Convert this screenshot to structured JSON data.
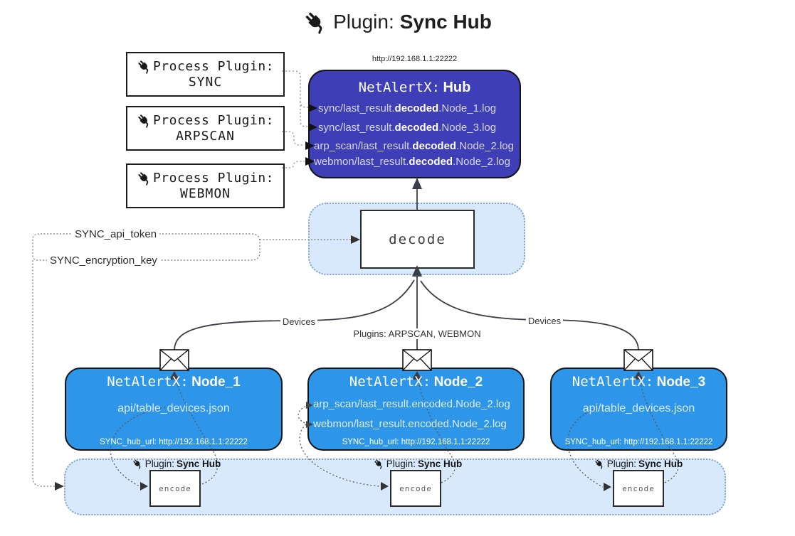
{
  "title": {
    "prefix": "Plugin:",
    "name": "Sync Hub"
  },
  "process_plugins": [
    {
      "label": "Process Plugin:",
      "name": "SYNC"
    },
    {
      "label": "Process Plugin:",
      "name": "ARPSCAN"
    },
    {
      "label": "Process Plugin:",
      "name": "WEBMON"
    }
  ],
  "hub": {
    "url": "http://192.168.1.1:22222",
    "name_prefix": "NetAlertX:",
    "name": "Hub",
    "logs": [
      {
        "pre": "sync/last_result.",
        "bold": "decoded",
        "post": ".Node_1.log"
      },
      {
        "pre": "sync/last_result.",
        "bold": "decoded",
        "post": ".Node_3.log"
      },
      {
        "pre": "arp_scan/last_result.",
        "bold": "decoded",
        "post": ".Node_2.log"
      },
      {
        "pre": "webmon/last_result.",
        "bold": "decoded",
        "post": ".Node_2.log"
      }
    ]
  },
  "decode": {
    "label": "decode"
  },
  "config": {
    "api_token": "SYNC_api_token",
    "encryption_key": "SYNC_encryption_key"
  },
  "edge_labels": {
    "devices_left": "Devices",
    "plugins_mid": "Plugins: ARPSCAN, WEBMON",
    "devices_right": "Devices"
  },
  "nodes": [
    {
      "name_prefix": "NetAlertX:",
      "name": "Node_1",
      "lines": [
        "api/table_devices.json"
      ],
      "hub_url": "SYNC_hub_url: http://192.168.1.1:22222"
    },
    {
      "name_prefix": "NetAlertX:",
      "name": "Node_2",
      "lines": [
        "arp_scan/last_result.encoded.Node_2.log",
        "webmon/last_result.encoded.Node_2.log"
      ],
      "hub_url": "SYNC_hub_url: http://192.168.1.1:22222"
    },
    {
      "name_prefix": "NetAlertX:",
      "name": "Node_3",
      "lines": [
        "api/table_devices.json"
      ],
      "hub_url": "SYNC_hub_url: http://192.168.1.1:22222"
    }
  ],
  "encoders": [
    {
      "plugin_prefix": "Plugin:",
      "plugin_name": "Sync Hub",
      "label": "encode"
    },
    {
      "plugin_prefix": "Plugin:",
      "plugin_name": "Sync Hub",
      "label": "encode"
    },
    {
      "plugin_prefix": "Plugin:",
      "plugin_name": "Sync Hub",
      "label": "encode"
    }
  ],
  "colors": {
    "hub_fill": "#3e3eb7",
    "node_fill": "#2e96e8",
    "container_fill": "#d8e9fb",
    "container_border": "#84a4c8",
    "line": "#3a3f47"
  }
}
